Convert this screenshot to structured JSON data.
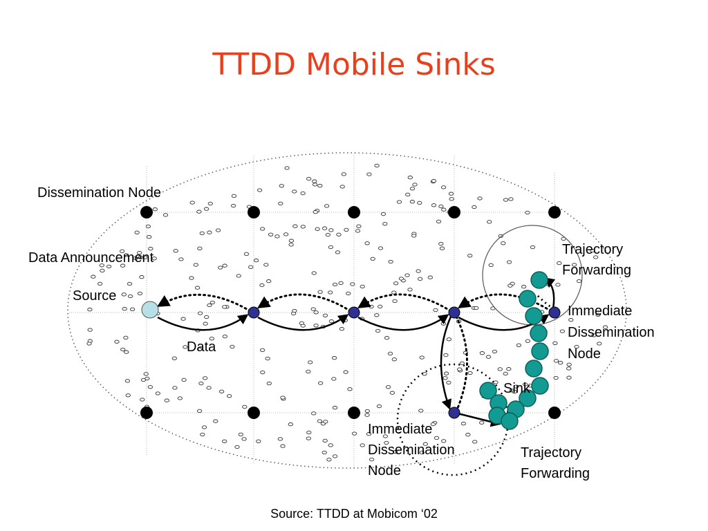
{
  "title": "TTDD Mobile Sinks",
  "labels": {
    "dissemination_node": "Dissemination Node",
    "data_announcement": "Data Announcement",
    "source": "Source",
    "data": "Data",
    "sink": "Sink",
    "trajectory_forwarding_top": [
      "Trajectory",
      "Forwarding"
    ],
    "immediate_dissemination_right": [
      "Immediate",
      "Dissemination",
      "Node"
    ],
    "immediate_dissemination_bottom": [
      "Immediate",
      "Dissemination",
      "Node"
    ],
    "trajectory_forwarding_bottom": [
      "Trajectory",
      "Forwarding"
    ]
  },
  "source_credit": "Source: TTDD at Mobicom ‘02",
  "colors": {
    "title": "#e8401c",
    "dissemination_node": "#000000",
    "active_node": "#2e3192",
    "source_node": "#b7e0e6",
    "sink_node": "#139a92",
    "sink_border": "#0d5f5a"
  }
}
